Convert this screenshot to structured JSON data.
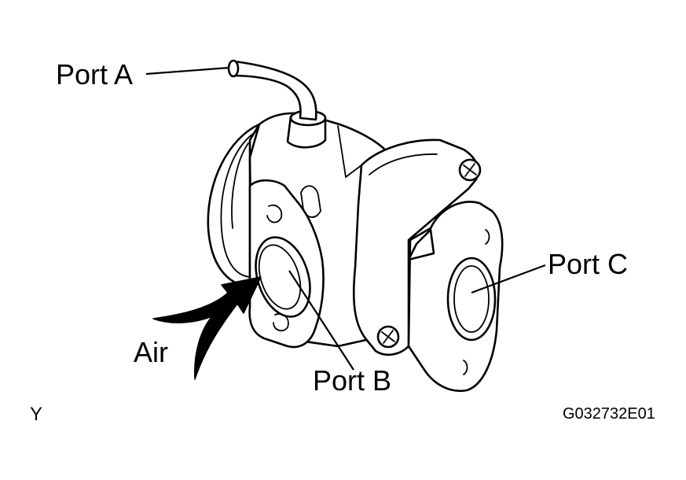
{
  "labels": {
    "port_a": "Port A",
    "port_b": "Port B",
    "port_c": "Port C",
    "air": "Air",
    "corner_mark": "Y",
    "figure_code": "G032732E01"
  },
  "colors": {
    "ink": "#000000",
    "paper": "#ffffff"
  }
}
